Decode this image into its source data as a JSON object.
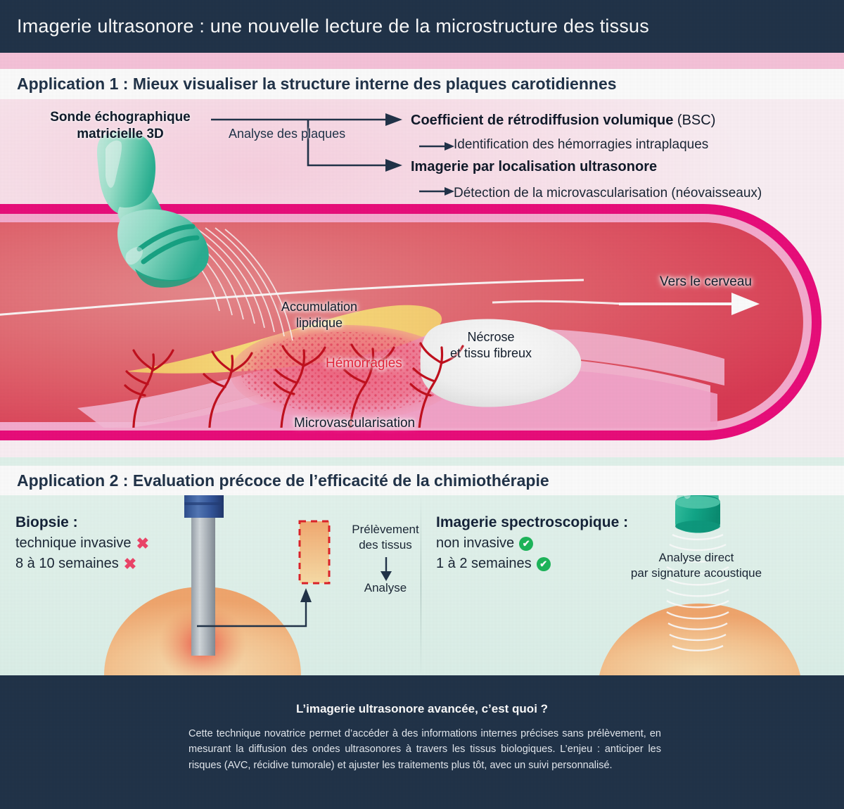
{
  "header": {
    "title": "Imagerie ultrasonore : une nouvelle lecture de la microstructure des tissus"
  },
  "app1": {
    "heading": "Application 1 : Mieux visualiser la structure interne des plaques carotidiennes",
    "probe_label_line1": "Sonde échographique",
    "probe_label_line2": "matricielle 3D",
    "arrow_label": "Analyse des plaques",
    "outcome1_bold": "Coefficient de rétrodiffusion volumique",
    "outcome1_light": " (BSC)",
    "outcome1_sub": "Identification des hémorragies intraplaques",
    "outcome2_bold": "Imagerie par localisation ultrasonore",
    "outcome2_sub": "Détection de la microvascularisation (néovaisseaux)",
    "artery_labels": {
      "lipid_line1": "Accumulation",
      "lipid_line2": "lipidique",
      "necrosis_line1": "Nécrose",
      "necrosis_line2": "et tissu fibreux",
      "hemorrhages": "Hémorragies",
      "microvascularisation": "Microvascularisation",
      "brain_direction": "Vers le cerveau"
    }
  },
  "app2": {
    "heading": "Application 2 : Evaluation précoce de l’efficacité de la chimiothérapie",
    "left": {
      "title": "Biopsie :",
      "item1": "technique invasive",
      "item1_mark": "✖",
      "item2": "8 à 10 semaines",
      "item2_mark": "✖",
      "sample_line1": "Prélèvement",
      "sample_line2": "des tissus",
      "analysis": "Analyse"
    },
    "right": {
      "title": "Imagerie spectroscopique :",
      "item1": "non invasive",
      "item1_mark": "✔",
      "item2": "1 à 2 semaines",
      "item2_mark": "✔",
      "caption_line1": "Analyse direct",
      "caption_line2": "par signature acoustique"
    }
  },
  "footer": {
    "title": "L’imagerie ultrasonore avancée, c’est quoi ?",
    "body": "Cette technique novatrice permet d’accéder à des informations internes précises sans prélèvement, en mesurant la diffusion des ondes ultrasonores à travers les tissus biologiques. L’enjeu : anticiper les risques (AVC, récidive tumorale) et ajuster les traitements plus tôt, avec un suivi personnalisé."
  },
  "colors": {
    "dark_navy": "#22344a",
    "pink_band": "#f9c5dc",
    "magenta_wall": "#ec0e7c",
    "artery_red": "#e4505a",
    "probe_teal": "#7fd9c2",
    "mint_bg": "#e3f5ee",
    "hemorrhage_red": "#e8273d",
    "check_green": "#1eb85c",
    "x_pink": "#f0466a",
    "lipid_yellow": "#fbd96b",
    "orange_body": "#f6b37a",
    "needle_blue": "#33559a"
  }
}
